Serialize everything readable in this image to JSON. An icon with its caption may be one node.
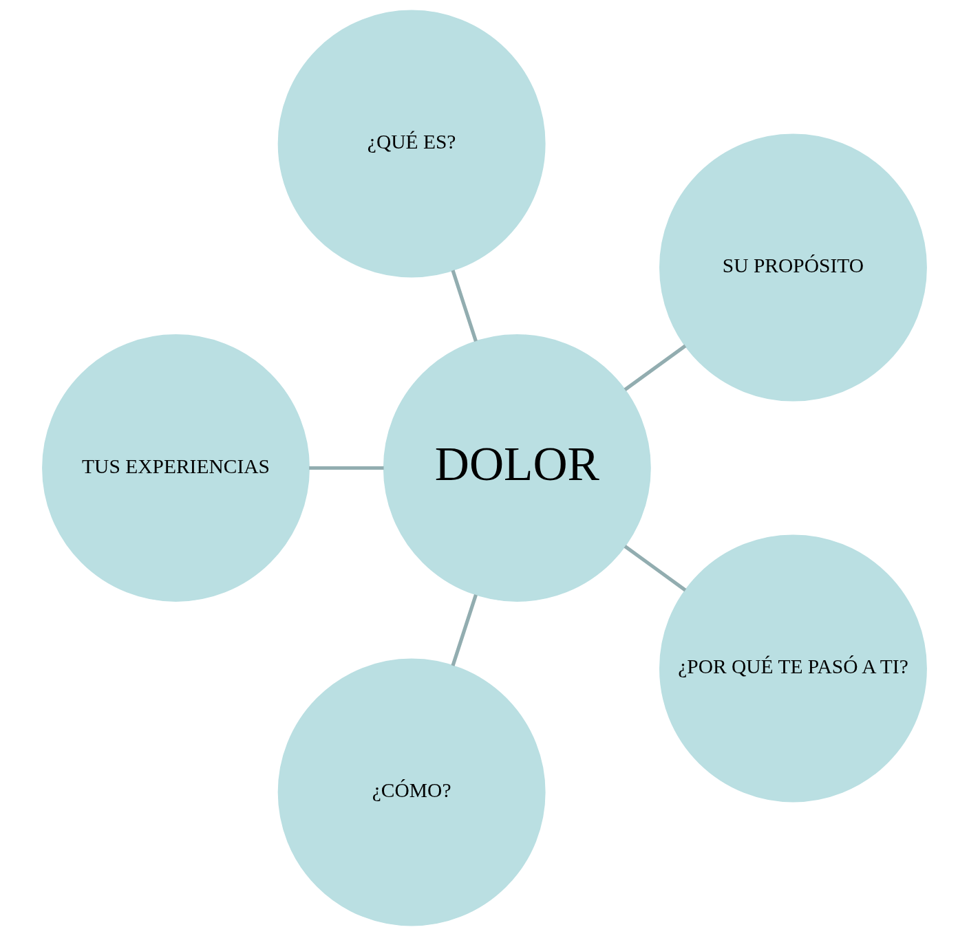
{
  "diagram": {
    "nodes": [
      {
        "text": [
          "SU PROPÓSITO"
        ]
      },
      {
        "text": [
          "¿QUÉ ES?"
        ]
      },
      {
        "text": [
          "TUS EXPERIENCIAS"
        ]
      },
      {
        "text": [
          "DOLOR"
        ]
      },
      {
        "text": [
          "¿CÓMO?"
        ]
      },
      {
        "text": [
          "¿POR QUÉ TE PASÓ A TI?"
        ]
      }
    ],
    "edges": [
      {
        "from": 3,
        "to": 0,
        "arrow": "none"
      },
      {
        "from": 3,
        "to": 2,
        "arrow": "none"
      },
      {
        "from": 3,
        "to": 5,
        "arrow": "none"
      },
      {
        "from": 3,
        "to": 4,
        "arrow": "none"
      },
      {
        "from": 3,
        "to": 1,
        "arrow": "none"
      }
    ]
  }
}
